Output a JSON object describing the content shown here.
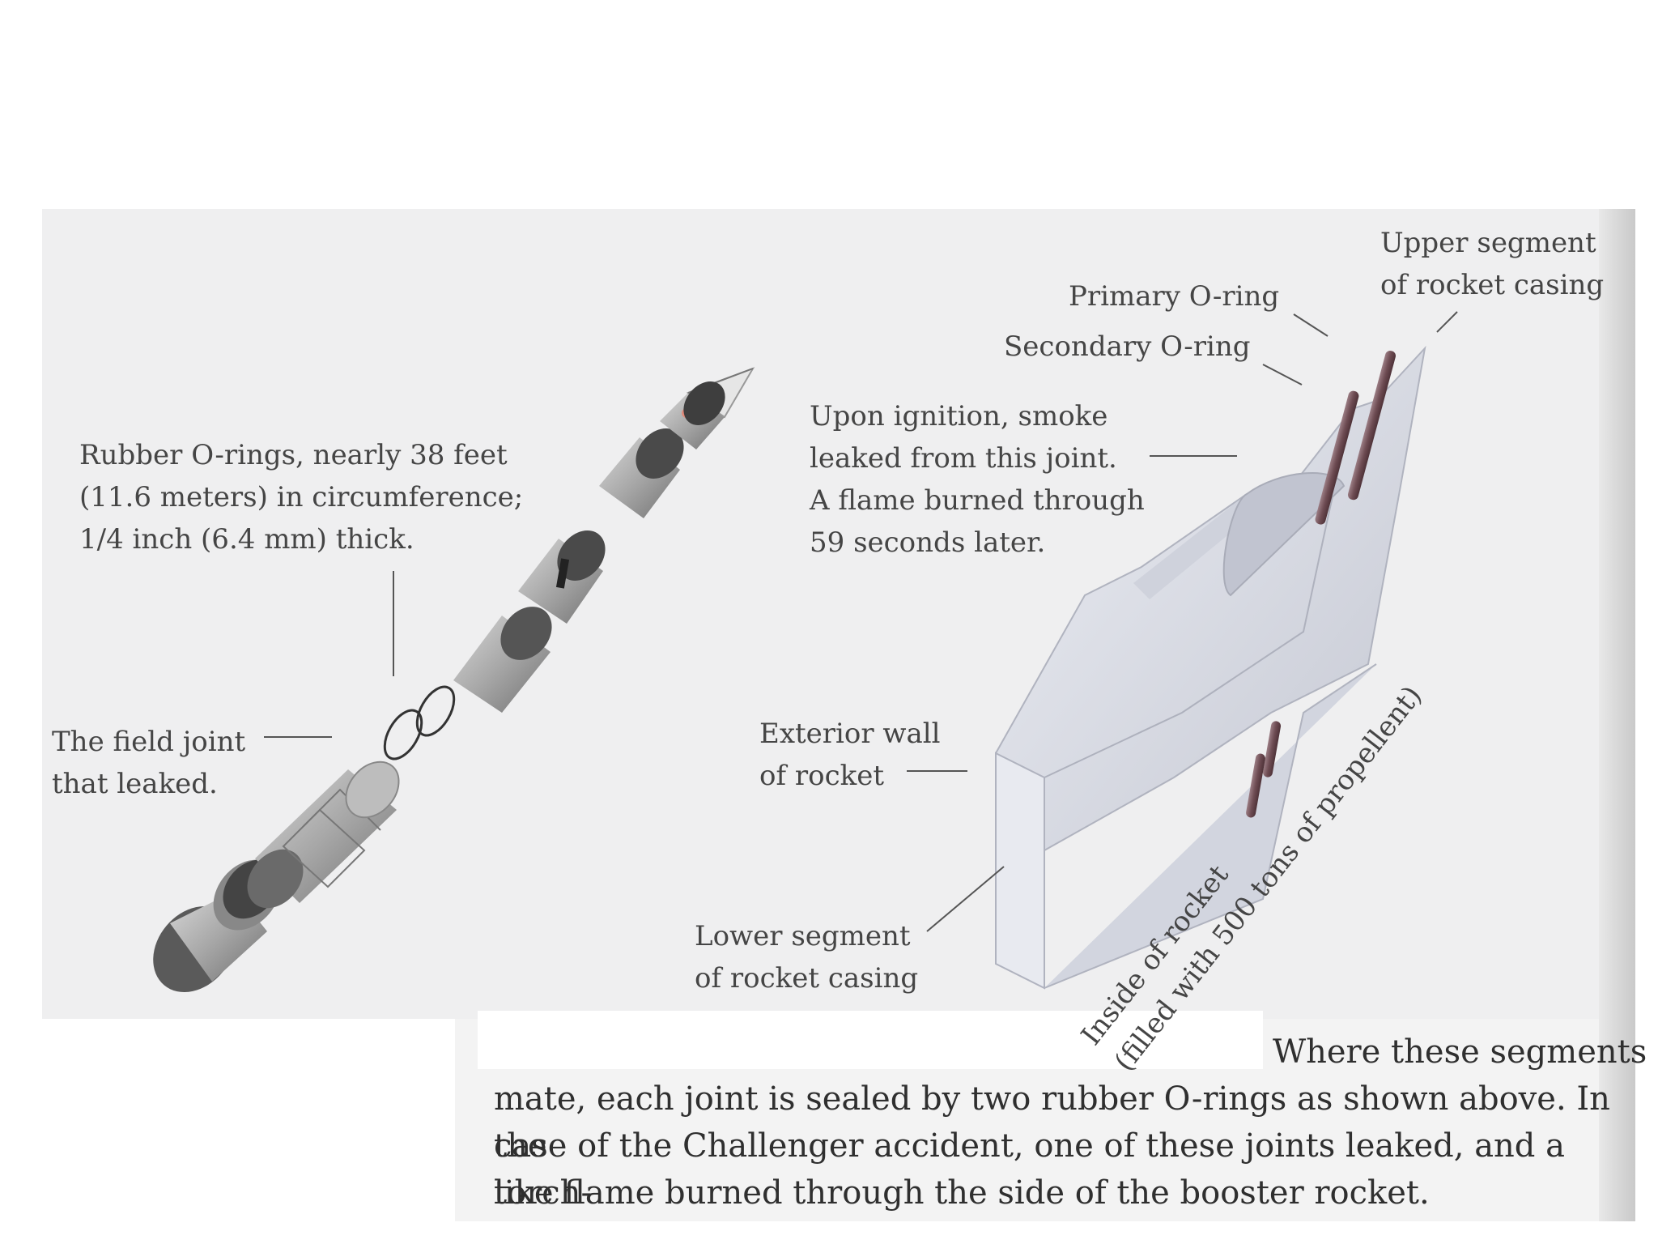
{
  "labels": {
    "rubber_orings": "Rubber O-rings, nearly 38 feet\n(11.6 meters) in circumference;\n1/4 inch (6.4 mm) thick.",
    "field_joint": "The field joint\nthat leaked.",
    "primary_oring": "Primary O-ring",
    "secondary_oring": "Secondary O-ring",
    "upper_segment": "Upper segment\nof rocket casing",
    "ignition_note": "Upon ignition, smoke\nleaked from this joint.\nA flame burned through\n59 seconds later.",
    "exterior_wall": "Exterior wall\nof rocket",
    "lower_segment": "Lower segment\nof rocket casing",
    "inside_rocket": "Inside of rocket\n(filled with 500 tons of propellent)"
  },
  "caption": {
    "line1": "Where these segments",
    "line2": "mate, each joint is sealed by two rubber O-rings as shown above. In the",
    "line3": "case of the Challenger accident, one of these joints leaked, and a torch-",
    "line4": "like flame burned through the side of the booster rocket."
  },
  "colors": {
    "background": "#efeff0",
    "casing": "#d4d6de",
    "oring": "#7a5a60",
    "segment": "#9a9a9a"
  }
}
